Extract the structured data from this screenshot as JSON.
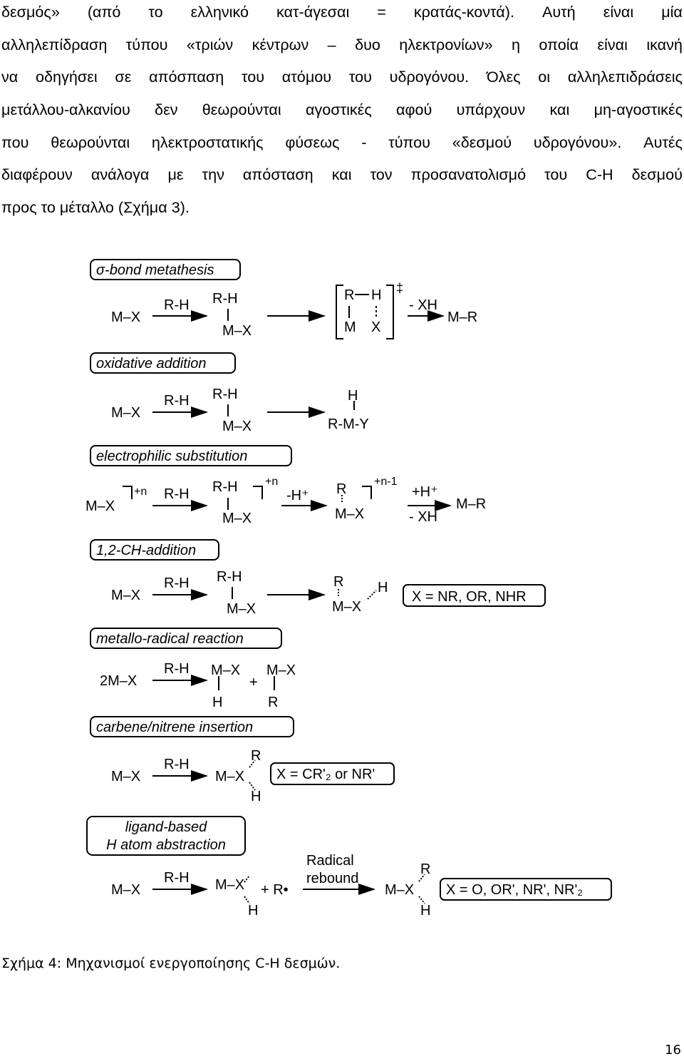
{
  "paragraph": {
    "lines": [
      "δεσμός» (από το ελληνικό κατ-άγεσαι = κρατάς-κοντά). Αυτή είναι μία",
      "αλληλεπίδραση τύπου «τριών κέντρων – δυο ηλεκτρονίων» η οποία είναι ικανή",
      "να οδηγήσει σε απόσπαση του ατόμου του υδρογόνου. Όλες οι αλληλεπιδράσεις",
      "μετάλλου-αλκανίου δεν θεωρούνται αγοστικές αφού υπάρχουν και μη-αγοστικές",
      "που θεωρούνται ηλεκτροστατικής φύσεως - τύπου «δεσμού υδρογόνου». Αυτές",
      "διαφέρουν ανάλογα με την απόσταση και τον προσανατολισμό του C-H δεσμού",
      "προς το μέταλλο (Σχήμα 3)."
    ]
  },
  "scheme": {
    "sigma": {
      "title": "σ-bond metathesis",
      "start": "M–X",
      "reagent": "R-H",
      "int_top": "R-H",
      "int_bottom": "M–X",
      "ts_top_r": "R",
      "ts_top_h": "H",
      "ts_bottom_m": "M",
      "ts_bottom_x": "X",
      "ts_mark": "‡",
      "elim": "- XH",
      "product": "M–R"
    },
    "oxadd": {
      "title": "oxidative addition",
      "start": "M–X",
      "reagent": "R-H",
      "int_top": "R-H",
      "int_bottom": "M–X",
      "prod_top": "H",
      "prod_bottom": "R-M-Y"
    },
    "electro": {
      "title": "electrophilic substitution",
      "start": "M–X",
      "charge1": "+n",
      "reagent": "R-H",
      "int_top": "R-H",
      "int_bottom": "M–X",
      "charge2": "+n",
      "step2": "-H⁺",
      "int2_top": "R",
      "int2_bottom": "M–X",
      "charge3": "+n-1",
      "step3_top": "+H⁺",
      "step3_bottom": "- XH",
      "product": "M–R"
    },
    "ch12": {
      "title": "1,2-CH-addition",
      "start": "M–X",
      "reagent": "R-H",
      "int_top": "R-H",
      "int_bottom": "M–X",
      "prod_r": "R",
      "prod_mx": "M–X",
      "prod_h": "H",
      "note": "X = NR, OR, NHR"
    },
    "radical": {
      "title": "metallo-radical reaction",
      "start": "2M–X",
      "reagent": "R-H",
      "p1_top": "M–X",
      "p1_bottom": "H",
      "plus": "+",
      "p2_top": "M–X",
      "p2_bottom": "R"
    },
    "carbene": {
      "title": "carbene/nitrene insertion",
      "start": "M–X",
      "reagent": "R-H",
      "prod_r": "R",
      "prod_mx": "M–X",
      "prod_h": "H",
      "note": "X = CR'₂ or NR'"
    },
    "ligand": {
      "title_line1": "ligand-based",
      "title_line2": "H atom abstraction",
      "start": "M–X",
      "reagent": "R-H",
      "int_mx": "M–X",
      "int_h": "H",
      "plus_radical": "+ R•",
      "step_line1": "Radical",
      "step_line2": "rebound",
      "prod_mx": "M–X",
      "prod_r": "R",
      "prod_h": "H",
      "note": "X = O, OR', NR', NR'₂"
    }
  },
  "caption": "Σχήμα 4: Μηχανισμοί ενεργοποίησης C-H δεσμών.",
  "page_number": "16"
}
